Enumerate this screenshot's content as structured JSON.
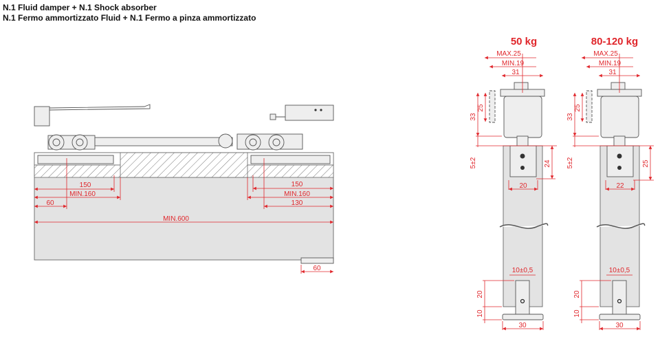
{
  "header": {
    "title_en": "N.1 Fluid damper + N.1 Shock absorber",
    "title_it": "N.1 Fermo ammortizzato Fluid + N.1 Fermo a pinza ammortizzato"
  },
  "colors": {
    "dimension": "#e0262b",
    "door": "#e3e3e3"
  },
  "front_view": {
    "left_dims": {
      "d150": "150",
      "min160": "MIN.160",
      "d60": "60"
    },
    "right_dims": {
      "d150": "150",
      "min160": "MIN.160",
      "d130": "130"
    },
    "overall": "MIN.600",
    "foot": "60"
  },
  "sections": [
    {
      "weight": "50 kg",
      "max": "MAX.25",
      "min": "MIN.19",
      "width": "31",
      "h33": "33",
      "h25": "25",
      "gap": "5±2",
      "clamp_h": "24",
      "clamp_w": "20",
      "guide_slot": "10±0,5",
      "guide_h20": "20",
      "guide_h10": "10",
      "guide_w": "30"
    },
    {
      "weight": "80-120 kg",
      "max": "MAX.25",
      "min": "MIN.19",
      "width": "31",
      "h33": "33",
      "h25": "25",
      "gap": "5±2",
      "clamp_h": "25",
      "clamp_w": "22",
      "guide_slot": "10±0,5",
      "guide_h20": "20",
      "guide_h10": "10",
      "guide_w": "30"
    }
  ]
}
